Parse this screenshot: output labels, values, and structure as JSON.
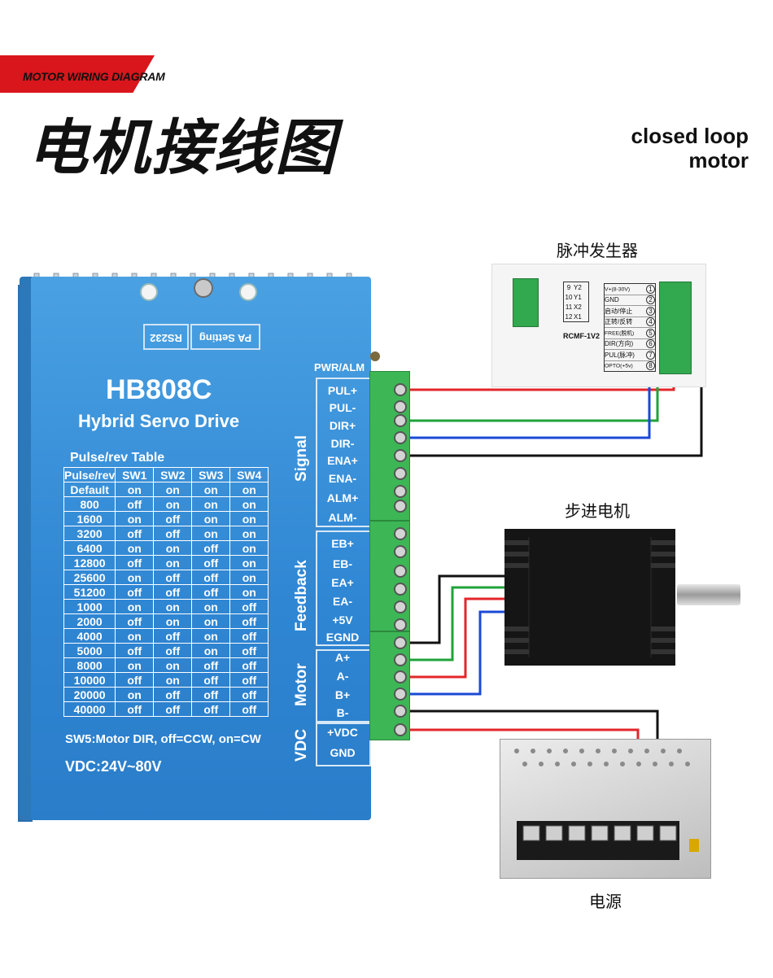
{
  "header": {
    "label": "MOTOR WIRING DIAGRAM",
    "title_cn": "电机接线图",
    "subtitle_line1": "closed loop",
    "subtitle_line2": "motor",
    "accent_color": "#d9161c"
  },
  "drive": {
    "model": "HB808C",
    "subtitle": "Hybrid Servo Drive",
    "ports": {
      "rs232": "RS232",
      "pa_setting": "PA Setting"
    },
    "pwr_alm": "PWR/ALM",
    "pulse_table_title": "Pulse/rev Table",
    "pulse_table_headers": [
      "Pulse/rev",
      "SW1",
      "SW2",
      "SW3",
      "SW4"
    ],
    "pulse_table_rows": [
      [
        "Default",
        "on",
        "on",
        "on",
        "on"
      ],
      [
        "800",
        "off",
        "on",
        "on",
        "on"
      ],
      [
        "1600",
        "on",
        "off",
        "on",
        "on"
      ],
      [
        "3200",
        "off",
        "off",
        "on",
        "on"
      ],
      [
        "6400",
        "on",
        "on",
        "off",
        "on"
      ],
      [
        "12800",
        "off",
        "on",
        "off",
        "on"
      ],
      [
        "25600",
        "on",
        "off",
        "off",
        "on"
      ],
      [
        "51200",
        "off",
        "off",
        "off",
        "on"
      ],
      [
        "1000",
        "on",
        "on",
        "on",
        "off"
      ],
      [
        "2000",
        "off",
        "on",
        "on",
        "off"
      ],
      [
        "4000",
        "on",
        "off",
        "on",
        "off"
      ],
      [
        "5000",
        "off",
        "off",
        "on",
        "off"
      ],
      [
        "8000",
        "on",
        "on",
        "off",
        "off"
      ],
      [
        "10000",
        "off",
        "on",
        "off",
        "off"
      ],
      [
        "20000",
        "on",
        "off",
        "off",
        "off"
      ],
      [
        "40000",
        "off",
        "off",
        "off",
        "off"
      ]
    ],
    "sw5_note": "SW5:Motor DIR, off=CCW, on=CW",
    "vdc_range": "VDC:24V~80V",
    "sections": {
      "signal": "Signal",
      "feedback": "Feedback",
      "motor": "Motor",
      "vdc": "VDC"
    },
    "signal_pins": [
      "PUL+",
      "PUL-",
      "DIR+",
      "DIR-",
      "ENA+",
      "ENA-",
      "ALM+",
      "ALM-"
    ],
    "feedback_pins": [
      "EB+",
      "EB-",
      "EA+",
      "EA-",
      "+5V",
      "EGND"
    ],
    "motor_pins": [
      "A+",
      "A-",
      "B+",
      "B-"
    ],
    "power_pins": [
      "+VDC",
      "GND"
    ],
    "body_color": "#2f86d3"
  },
  "pulse_generator": {
    "caption": "脉冲发生器",
    "model": "RCMF-1V2",
    "left_numbers": [
      "9",
      "10",
      "11",
      "12"
    ],
    "left_labels": [
      "Y2",
      "Y1",
      "X2",
      "X1"
    ],
    "right_labels": [
      "V+(8-30V)",
      "GND",
      "启动/停止",
      "正转/反转",
      "FREE(脱机)",
      "DIR(方向)",
      "PUL(脉冲)",
      "OPTO(+5v)"
    ],
    "right_numbers": [
      "1",
      "2",
      "3",
      "4",
      "5",
      "6",
      "7",
      "8"
    ]
  },
  "stepper_motor": {
    "caption": "步进电机"
  },
  "power_supply": {
    "caption": "电源"
  },
  "wire_colors": {
    "red": "#e3262b",
    "green": "#1fa33a",
    "blue": "#1b49d6",
    "black": "#111111"
  }
}
